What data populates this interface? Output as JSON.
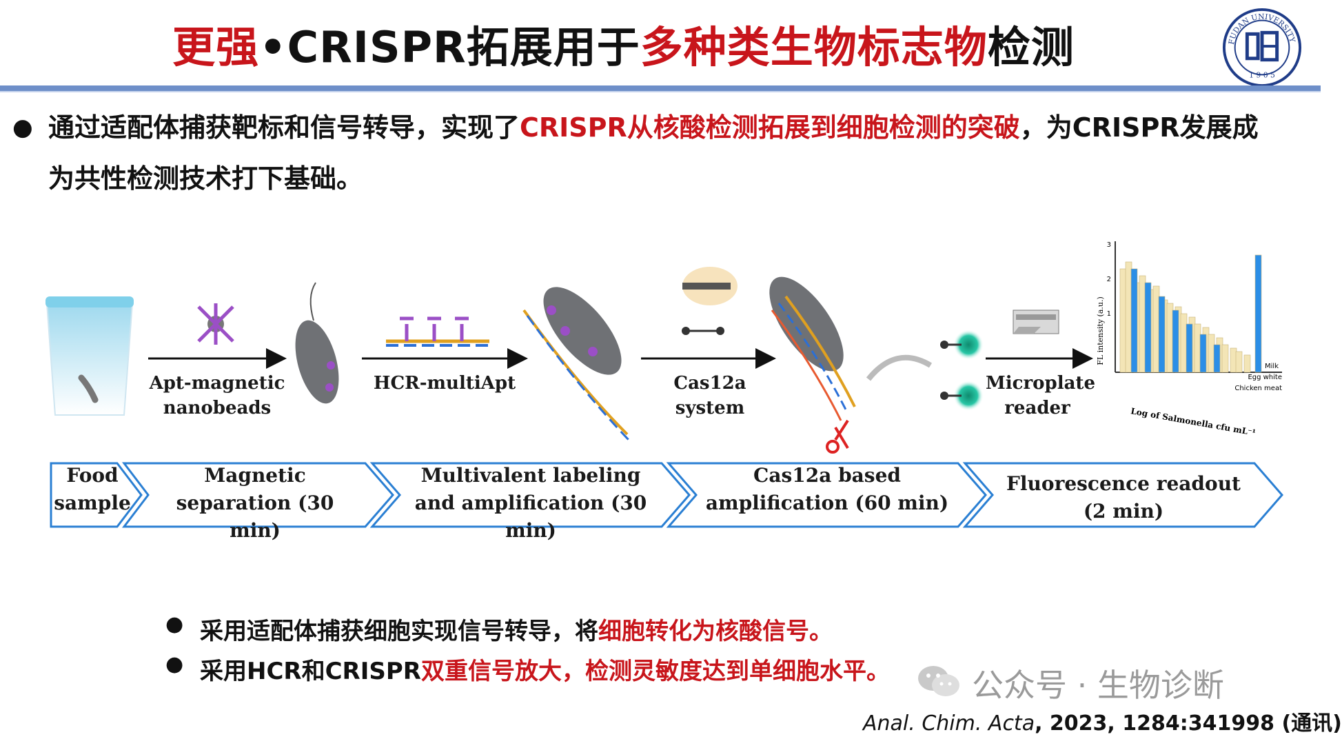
{
  "title": {
    "part1": "更强",
    "part2": "•CRISPR拓展用于",
    "part3": "多种类生物标志物",
    "part4": "检测"
  },
  "logo": {
    "ring_text": "FUDAN UNIVERSITY",
    "year": "1905",
    "icon": "fudan-university-seal"
  },
  "main_bullet": {
    "text_a": "通过适配体捕获靶标和信号转导，实现了",
    "text_b": "CRISPR从核酸检测拓展到细胞检测的突破",
    "text_c": "，为CRISPR发展成为共性检测技术打下基础。"
  },
  "figure": {
    "labels": {
      "apt": "Apt-magnetic nanobeads",
      "hcr": "HCR-multiApt",
      "cas": "Cas12a system",
      "reader": "Microplate reader"
    },
    "chart": {
      "ylabel": "FL intensity (a.u.)",
      "yticks": [
        "3",
        "2",
        "1"
      ],
      "xlabel": "Log of Salmonella  cfu mL⁻¹",
      "series": [
        "Milk",
        "Egg white",
        "Chicken meat"
      ]
    },
    "steps": [
      "Food sample",
      "Magnetic separation (30 min)",
      "Multivalent labeling and amplification (30 min)",
      "Cas12a based amplification (60 min)",
      "Fluorescence readout (2 min)"
    ]
  },
  "sub_bullets": [
    {
      "a": "采用适配体捕获细胞实现信号转导，将",
      "b": "细胞转化为核酸信号。"
    },
    {
      "a": "采用HCR和CRISPR",
      "b": "双重信号放大，检测灵敏度达到单细胞水平。"
    }
  ],
  "watermark": "公众号 · 生物诊断",
  "citation": {
    "journal": "Anal. Chim. Acta",
    "rest": ", 2023, 1284:341998 (通讯)"
  },
  "colors": {
    "red": "#c8151b",
    "blue_rule": "#6e8fc9",
    "chevron_blue": "#2a7fd3",
    "bar_blue": "#2b8ee6",
    "bar_cream": "#f3e5b6"
  }
}
